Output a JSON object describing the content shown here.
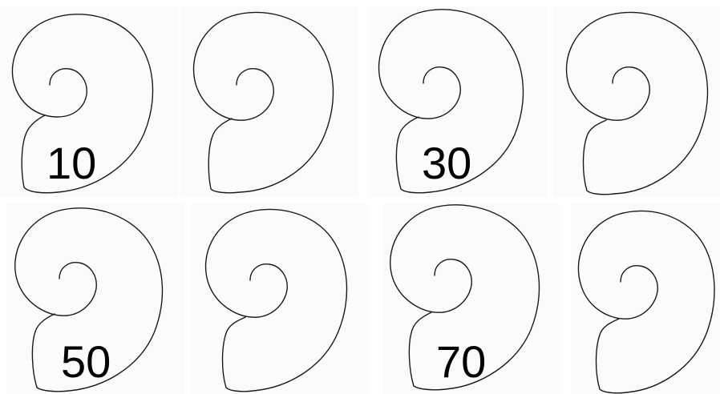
{
  "figure": {
    "panels": [
      {
        "label": "10"
      },
      {
        "label": ""
      },
      {
        "label": "30"
      },
      {
        "label": ""
      },
      {
        "label": "50"
      },
      {
        "label": ""
      },
      {
        "label": "70"
      },
      {
        "label": ""
      }
    ]
  }
}
